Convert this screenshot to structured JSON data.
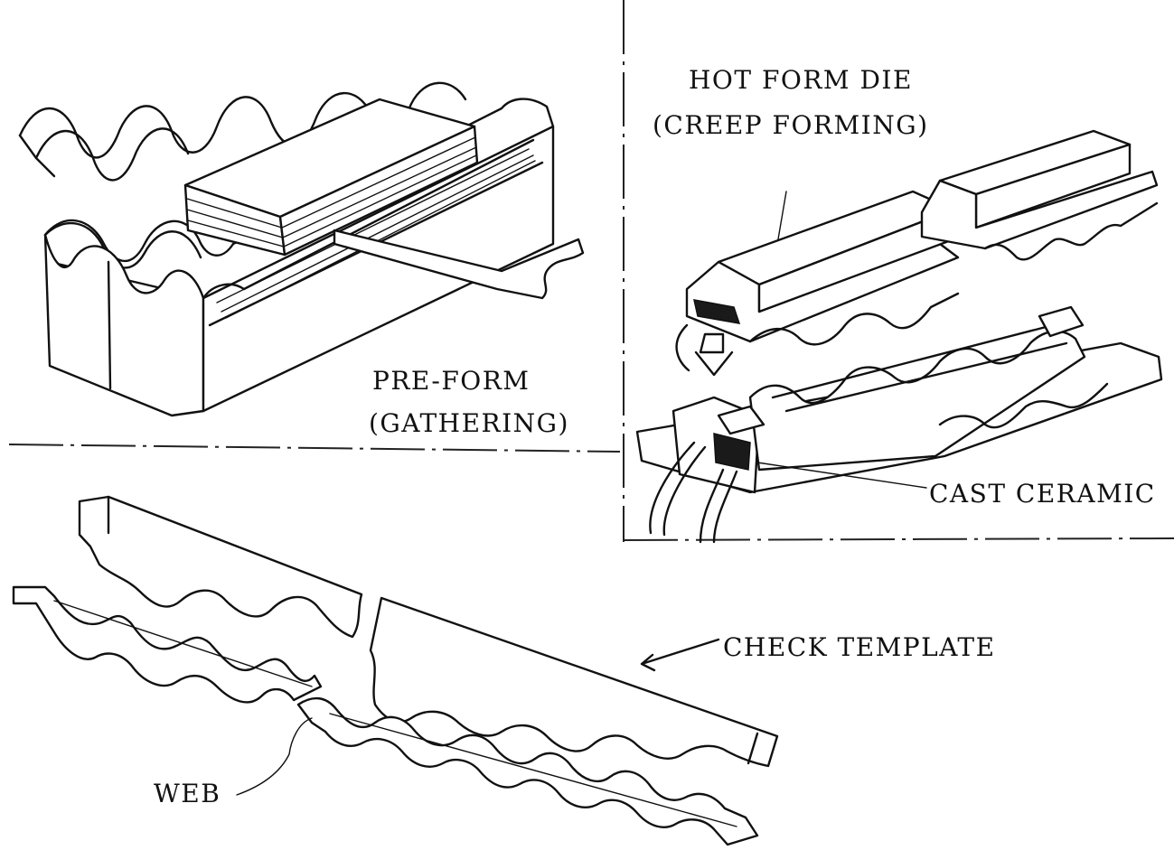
{
  "figure": {
    "panels": [
      {
        "id": "preform",
        "label_line1": "PRE-FORM",
        "label_line2": "(GATHERING)"
      },
      {
        "id": "hotform",
        "label_line1": "HOT FORM DIE",
        "label_line2": "(CREEP FORMING)",
        "callout": "CAST CERAMIC"
      },
      {
        "id": "check",
        "callout_template": "CHECK TEMPLATE",
        "callout_web": "WEB"
      }
    ]
  }
}
